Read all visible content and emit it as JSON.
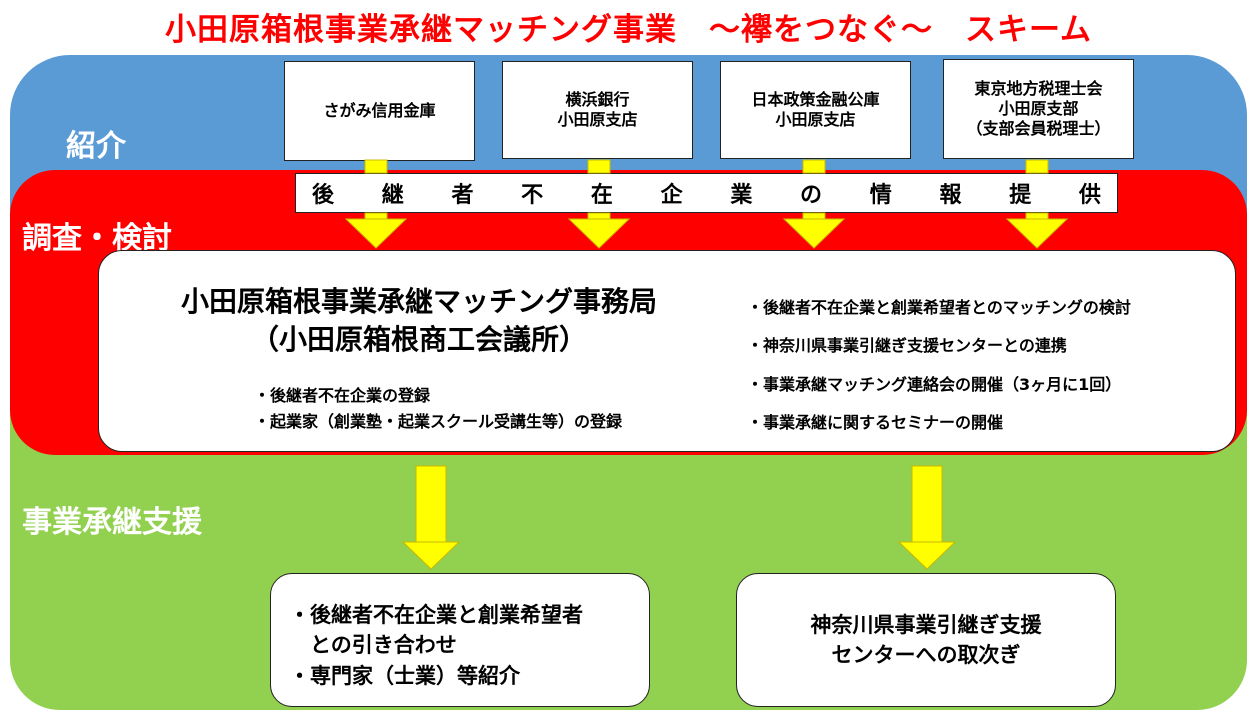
{
  "title": "小田原箱根事業承継マッチング事業　～襷をつなぐ～　スキーム",
  "bands": {
    "intro": "紹介",
    "research": "調査・検討",
    "support": "事業承継支援"
  },
  "introducers": [
    "さがみ信用金庫",
    "横浜銀行\n小田原支店",
    "日本政策金融公庫\n小田原支店",
    "東京地方税理士会\n小田原支部\n（支部会員税理士）"
  ],
  "info_bar_chars": [
    "後",
    "継",
    "者",
    "不",
    "在",
    "企",
    "業",
    "の",
    "情",
    "報",
    "提",
    "供"
  ],
  "office": {
    "name_line1": "小田原箱根事業承継マッチング事務局",
    "name_line2": "（小田原箱根商工会議所）",
    "registrations": [
      "・後継者不在企業の登録",
      "・起業家（創業塾・起業スクール受講生等）の登録"
    ],
    "activities": [
      "・後継者不在企業と創業希望者とのマッチングの検討",
      "・神奈川県事業引継ぎ支援センターとの連携",
      "・事業承継マッチング連絡会の開催（3ヶ月に1回）",
      "・事業承継に関するセミナーの開催"
    ]
  },
  "outcomes": {
    "left": [
      "・後継者不在企業と創業希望者",
      "　との引き合わせ",
      "・専門家（士業）等紹介"
    ],
    "right": [
      "神奈川県事業引継ぎ支援",
      "センターへの取次ぎ"
    ]
  },
  "colors": {
    "title": "#ff0000",
    "intro_band": "#5b9bd5",
    "research_band": "#ff0000",
    "support_band": "#92d050",
    "arrow": "#ffff00"
  }
}
